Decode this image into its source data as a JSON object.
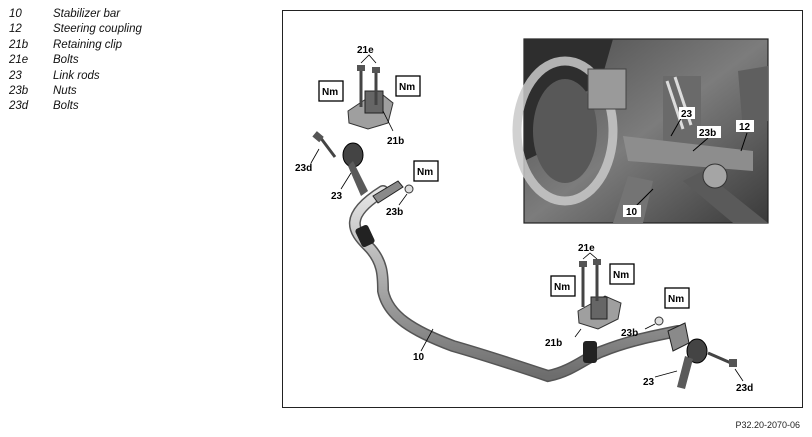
{
  "legend": [
    {
      "code": "10",
      "desc": "Stabilizer bar"
    },
    {
      "code": "12",
      "desc": "Steering coupling"
    },
    {
      "code": "21b",
      "desc": "Retaining clip"
    },
    {
      "code": "21e",
      "desc": "Bolts"
    },
    {
      "code": "23",
      "desc": "Link rods"
    },
    {
      "code": "23b",
      "desc": "Nuts"
    },
    {
      "code": "23d",
      "desc": "Bolts"
    }
  ],
  "callouts": {
    "c21e_top": "21e",
    "c21b_top": "21b",
    "c23d_left": "23d",
    "c23_left": "23",
    "c23b_left": "23b",
    "c10_bar": "10",
    "c21e_right": "21e",
    "c21b_right": "21b",
    "c23b_right": "23b",
    "c23_right": "23",
    "c23d_right": "23d",
    "photo_23": "23",
    "photo_23b": "23b",
    "photo_12": "12",
    "photo_10": "10"
  },
  "torque_label": "Nm",
  "figure_ref": "P32.20-2070-06"
}
